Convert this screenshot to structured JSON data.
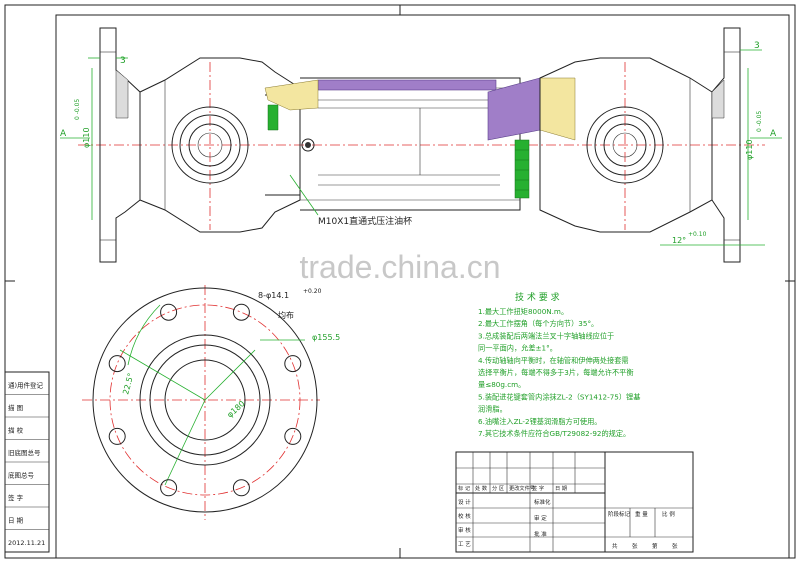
{
  "watermark": "trade.china.cn",
  "labels": {
    "grease_cup": "M10X1直通式压注油杯",
    "dim_3_left": "3",
    "dim_3_right": "3",
    "dim_A_left": "A",
    "dim_A_right": "A",
    "dia_left": "φ110",
    "dia_left_tol": "0  -0.05",
    "dia_right": "φ110",
    "dia_right_tol": "0  -0.05",
    "angle": "12°",
    "angle_tol": "+0.10",
    "holes": "8-φ14.1",
    "holes_tol": "+0.20",
    "holes_sub": "均布",
    "bolt_circle": "φ155.5",
    "inner_dia": "φ180",
    "angle_22": "22.5°"
  },
  "tech_req": {
    "title": "技 术 要 求",
    "lines": [
      "1.最大工作扭矩8000N.m。",
      "2.最大工作摆角（每个方向节）35°。",
      "3.总成装配后两端法兰叉十字轴轴线应位于",
      "同一平面内，允差±1°。",
      "4.传动轴轴向平衡时，在轴管和伊伸两处接套需",
      "选择平衡片，每端不得多于3片，每端允许不平衡",
      "量≤80g.cm。",
      "5.装配进花键套管内涂抹ZL-2（SY1412-75）锂基",
      "润滑脂。",
      "6.油嘴注入ZL-2锂基润滑脂方可使用。",
      "7.其它技术条件应符合GB/T29082-92的规定。"
    ]
  },
  "side_panel": [
    "通)用件登记",
    "描    图",
    "描    校",
    "旧底图总号",
    "底图总号",
    "签    字",
    "日    期",
    "2012.11.21"
  ],
  "title_block": {
    "row_marks": [
      "标 记",
      "处 数",
      "分 区",
      "更改文件号",
      "签 字",
      "日 期"
    ],
    "left": [
      "设 计",
      "校 核",
      "审 核",
      "工 艺"
    ],
    "mid": [
      "标准化",
      "审 定",
      "批 准"
    ],
    "right_top": [
      "阶段标记",
      "重 量",
      "比 例"
    ],
    "right_bot": [
      "共",
      "张",
      "第",
      "张"
    ]
  },
  "colors": {
    "green": "#27b030",
    "red": "#e03030",
    "yellow": "#f3e6a0",
    "purple": "#a07ec8"
  }
}
